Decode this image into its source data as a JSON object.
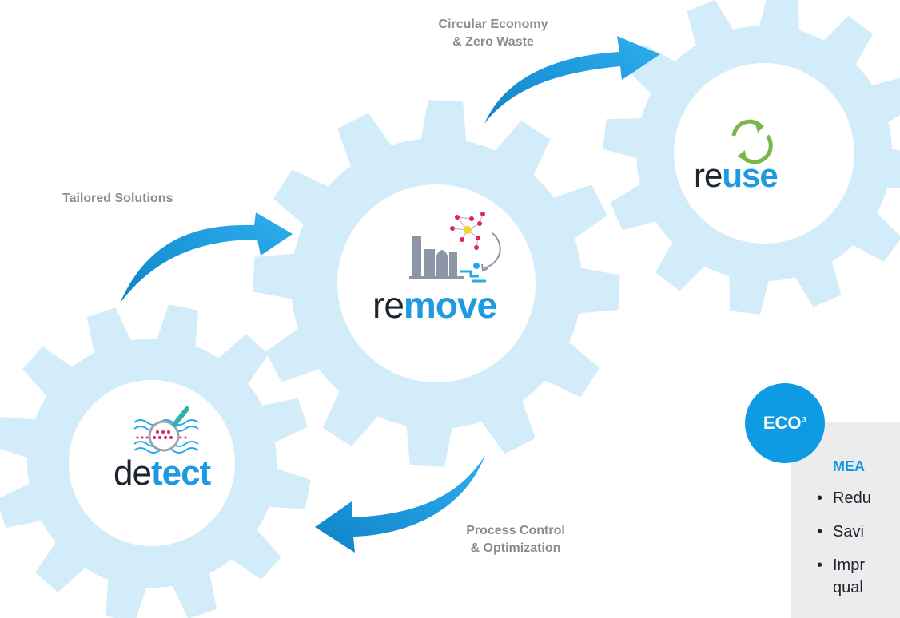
{
  "arrows": {
    "tailored": "Tailored Solutions",
    "circular": [
      "Circular Economy",
      "& Zero Waste"
    ],
    "process": [
      "Process Control",
      "& Optimization"
    ]
  },
  "gears": {
    "detect": {
      "prefix": "de",
      "suffix": "tect"
    },
    "remove": {
      "prefix": "re",
      "suffix": "move"
    },
    "reuse": {
      "prefix": "re",
      "suffix": "use"
    }
  },
  "eco": {
    "label": "ECO",
    "sup": "3"
  },
  "panel": {
    "heading": "MEA",
    "bullets": [
      {
        "line1": "Redu"
      },
      {
        "line1": "Savi"
      },
      {
        "line1": "Impr",
        "line2": "qual"
      }
    ]
  },
  "icons": [
    "detect-water-magnifier-icon",
    "factory-molecule-icon",
    "recycle-icon"
  ],
  "colors": {
    "gear": "#d3ecfa",
    "arrow": "#1e9be0",
    "text_dark": "#1e2430",
    "text_accent": "#1e9be0",
    "caption": "#8c8c8c",
    "panel": "#ececec",
    "badge": "#0f9be3",
    "recycle": "#7ab648",
    "dots": "#e0245e"
  }
}
